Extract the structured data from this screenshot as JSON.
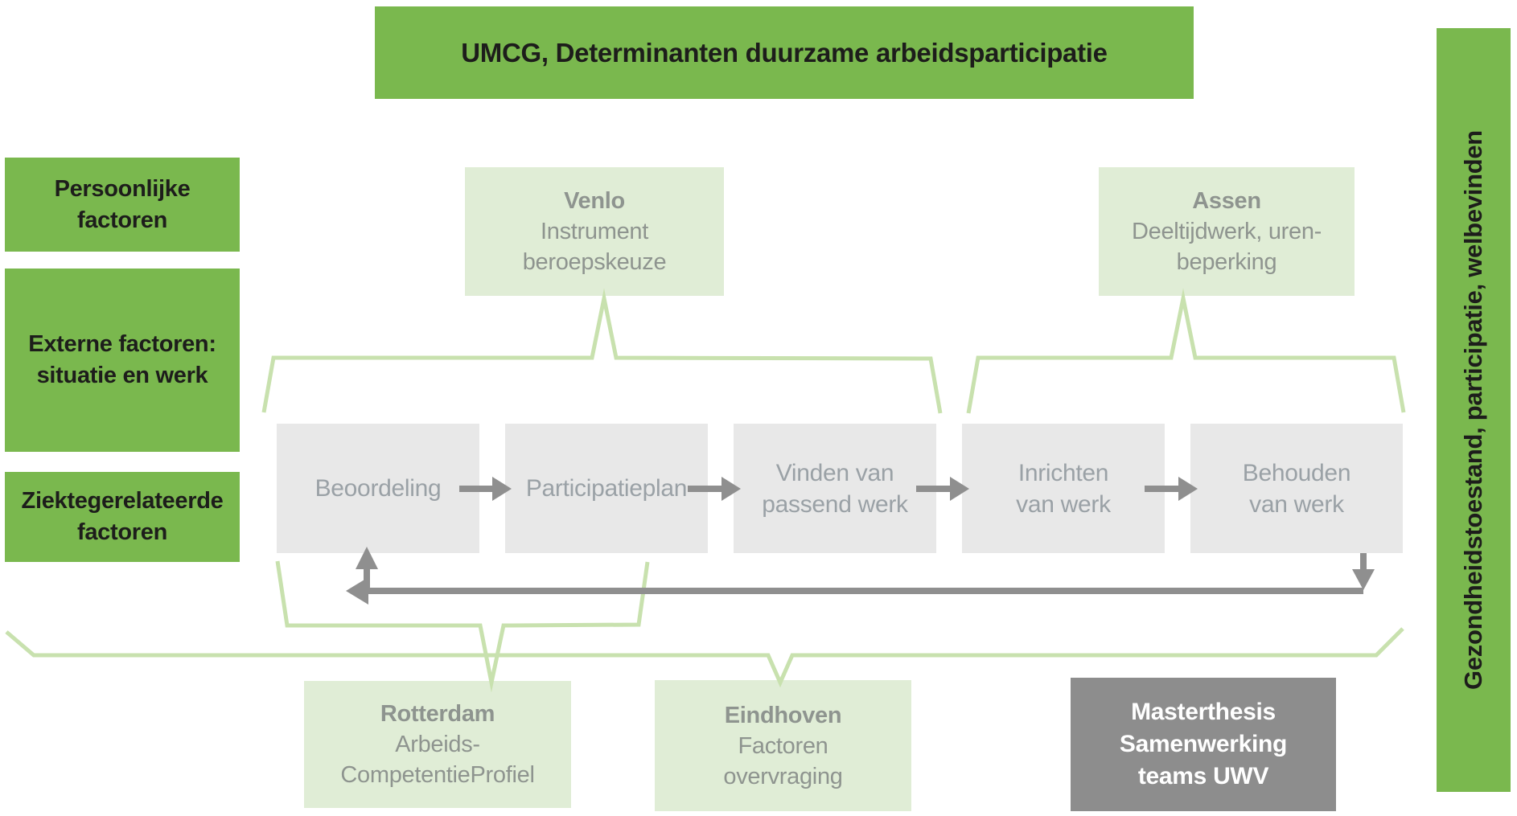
{
  "banner": {
    "title": "UMCG, Determinanten duurzame arbeidsparticipatie"
  },
  "factor_boxes": [
    {
      "id": "persoonlijke",
      "lines": [
        "Persoonlijke",
        "factoren"
      ]
    },
    {
      "id": "externe",
      "lines": [
        "Externe factoren:",
        "situatie en werk"
      ]
    },
    {
      "id": "ziektegerelateerde",
      "lines": [
        "Ziektegerelateerde",
        "factoren"
      ]
    }
  ],
  "flow": {
    "steps": [
      {
        "id": "beoordeling",
        "lines": [
          "Beoordeling"
        ]
      },
      {
        "id": "participatieplan",
        "lines": [
          "Participatieplan"
        ]
      },
      {
        "id": "vinden-passend-werk",
        "lines": [
          "Vinden van",
          "passend werk"
        ]
      },
      {
        "id": "inrichten-van-werk",
        "lines": [
          "Inrichten",
          "van werk"
        ]
      },
      {
        "id": "behouden-van-werk",
        "lines": [
          "Behouden",
          "van werk"
        ]
      }
    ]
  },
  "pilot_boxes": [
    {
      "city": "Venlo",
      "lines": [
        "Instrument",
        "beroepskeuze"
      ]
    },
    {
      "city": "Assen",
      "lines": [
        "Deeltijdwerk, uren-",
        "beperking"
      ]
    },
    {
      "city": "Rotterdam",
      "lines": [
        "Arbeids-",
        "CompetentieProfiel"
      ]
    },
    {
      "city": "Eindhoven",
      "lines": [
        "Factoren",
        "overvraging"
      ]
    }
  ],
  "masterthesis_box": {
    "lines": [
      "Masterthesis",
      "Samenwerking",
      "teams UWV"
    ]
  },
  "right_bar": {
    "label": "Gezondheidstoestand, participatie, welbevinden"
  },
  "colors": {
    "green": "#7ab84e",
    "light_green": "#e0edd6",
    "brace_green": "#c8e1ae",
    "flow_box_gray": "#e8e8e8",
    "flow_text_gray": "#9aa1a6",
    "pilot_text_gray": "#8e948f",
    "arrow_gray": "#8f8f8f",
    "masterthesis_gray": "#8d8d8d",
    "text_black": "#1d1d1b"
  }
}
